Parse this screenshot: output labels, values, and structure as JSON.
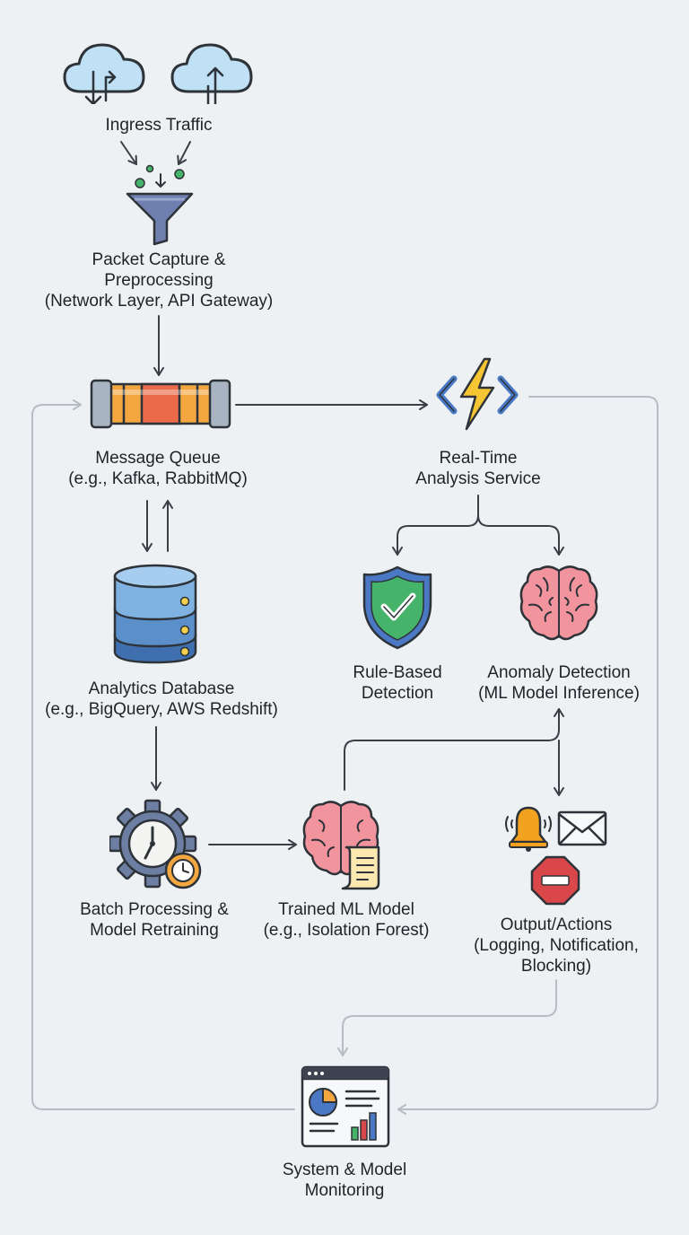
{
  "nodes": {
    "ingress": {
      "line1": "Ingress Traffic"
    },
    "capture": {
      "line1": "Packet Capture &",
      "line2": "Preprocessing",
      "line3": "(Network Layer, API Gateway)"
    },
    "queue": {
      "line1": "Message Queue",
      "line2": "(e.g., Kafka, RabbitMQ)"
    },
    "realtime": {
      "line1": "Real-Time",
      "line2": "Analysis Service"
    },
    "database": {
      "line1": "Analytics Database",
      "line2": "(e.g., BigQuery, AWS Redshift)"
    },
    "rules": {
      "line1": "Rule-Based",
      "line2": "Detection"
    },
    "anomaly": {
      "line1": "Anomaly Detection",
      "line2": "(ML Model Inference)"
    },
    "batch": {
      "line1": "Batch Processing &",
      "line2": "Model Retraining"
    },
    "trained": {
      "line1": "Trained ML Model",
      "line2": "(e.g., Isolation Forest)"
    },
    "output": {
      "line1": "Output/Actions",
      "line2": "(Logging, Notification,",
      "line3": "Blocking)"
    },
    "monitoring": {
      "line1": "System & Model",
      "line2": "Monitoring"
    }
  },
  "colors": {
    "arrow_dark": "#3a3f45",
    "arrow_light": "#b6bcc4",
    "cloud": "#bfe0f5",
    "funnel": "#6f7fb0",
    "queue_orange": "#f4a640",
    "queue_red": "#ea6a4a",
    "bolt": "#f6c533",
    "shield_green": "#46b36a",
    "brain_pink": "#f2949e",
    "database_blue": "#5a8fca",
    "gear_gray": "#6d7ea3",
    "bell_orange": "#f2a21f",
    "stop_red": "#d9474a"
  },
  "icons": [
    "cloud-down-icon",
    "cloud-up-icon",
    "funnel-icon",
    "pipe-queue-icon",
    "lightning-code-icon",
    "database-icon",
    "shield-check-icon",
    "brain-icon",
    "gear-clock-icon",
    "brain-scroll-icon",
    "bell-icon",
    "envelope-icon",
    "stop-sign-icon",
    "dashboard-icon"
  ]
}
